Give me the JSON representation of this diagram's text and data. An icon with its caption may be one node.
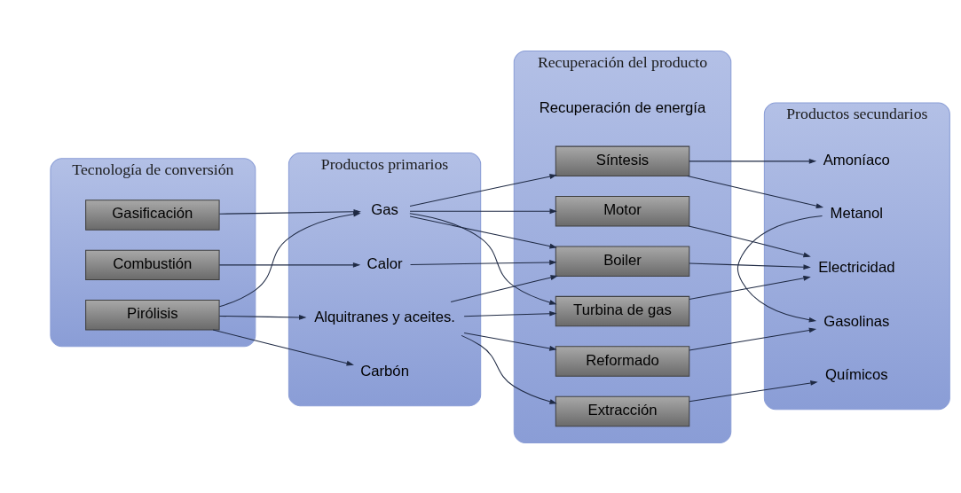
{
  "diagram": {
    "nodes": [
      {
        "text": [
          "Tecnología de conversión"
        ]
      },
      {
        "text": [
          "Pirólisis"
        ],
        "in": 0
      },
      {
        "text": [
          "Gasificación"
        ],
        "in": 0
      },
      {
        "text": [
          "Combustión"
        ],
        "in": 0
      },
      {
        "text": [
          "Productos primarios"
        ]
      },
      {
        "text": [
          "Carbón"
        ],
        "in": 4
      },
      {
        "text": [
          "Alquitranes y aceites."
        ],
        "in": 4
      },
      {
        "text": [
          "Gas"
        ],
        "in": 4
      },
      {
        "text": [
          "Calor"
        ],
        "in": 4
      },
      {
        "text": [
          "Recuperación del producto"
        ]
      },
      {
        "text": [
          "Extracción"
        ],
        "in": 9
      },
      {
        "text": [
          "Reformado"
        ],
        "in": 9
      },
      {
        "text": [
          "Síntesis"
        ],
        "in": 9
      },
      {
        "text": [
          "Turbina de gas"
        ],
        "in": 9
      },
      {
        "text": [
          "Motor"
        ],
        "in": 9
      },
      {
        "text": [
          "Boiler"
        ],
        "in": 9
      },
      {
        "text": [
          "Productos secundarios"
        ]
      },
      {
        "text": [
          "Químicos"
        ],
        "in": 16
      },
      {
        "text": [
          "Gasolinas"
        ],
        "in": 16
      },
      {
        "text": [
          "Metanol"
        ],
        "in": 16
      },
      {
        "text": [
          "Amoníaco"
        ],
        "in": 16
      },
      {
        "text": [
          "Electricidad"
        ],
        "in": 16
      }
    ],
    "edges": [
      {
        "from": 1,
        "to": 5,
        "arrow": "to"
      },
      {
        "from": 1,
        "to": 6,
        "arrow": "to"
      },
      {
        "from": 1,
        "to": 7,
        "arrow": "to"
      },
      {
        "from": 2,
        "to": 7,
        "arrow": "to"
      },
      {
        "from": 3,
        "to": 8,
        "arrow": "to"
      },
      {
        "from": 6,
        "to": 10,
        "arrow": "to"
      },
      {
        "from": 6,
        "to": 11,
        "arrow": "to"
      },
      {
        "from": 6,
        "to": 13,
        "arrow": "to"
      },
      {
        "from": 6,
        "to": 15,
        "arrow": "to"
      },
      {
        "from": 7,
        "to": 12,
        "arrow": "to"
      },
      {
        "from": 7,
        "to": 13,
        "arrow": "to"
      },
      {
        "from": 7,
        "to": 14,
        "arrow": "to"
      },
      {
        "from": 7,
        "to": 15,
        "arrow": "to"
      },
      {
        "from": 8,
        "to": 15,
        "arrow": "to"
      },
      {
        "from": 10,
        "to": 17,
        "arrow": "to"
      },
      {
        "from": 11,
        "to": 18,
        "arrow": "to"
      },
      {
        "from": 12,
        "to": 19,
        "arrow": "to"
      },
      {
        "from": 12,
        "to": 20,
        "arrow": "to"
      },
      {
        "from": 19,
        "to": 18,
        "arrow": "to"
      },
      {
        "from": 13,
        "to": 21,
        "arrow": "to"
      },
      {
        "from": 14,
        "to": 21,
        "arrow": "to"
      },
      {
        "from": 15,
        "to": 21,
        "arrow": "to"
      }
    ],
    "labels": [
      "Recuperación de energía"
    ]
  }
}
